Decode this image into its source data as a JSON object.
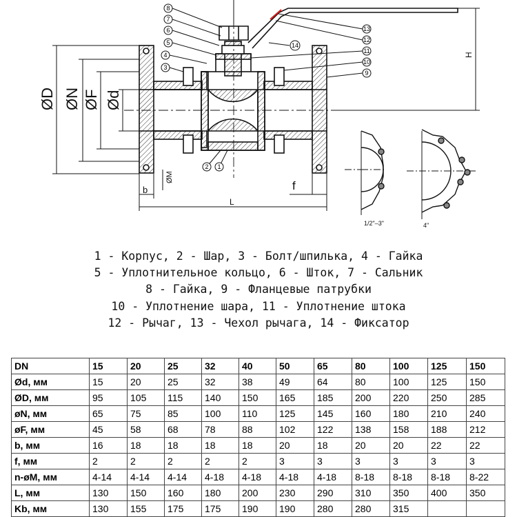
{
  "drawing": {
    "dimension_labels": {
      "D": "ØD",
      "N": "ØN",
      "F": "ØF",
      "d": "Ød",
      "M": "ØM",
      "b": "b",
      "f": "f",
      "L": "L",
      "H": "H"
    },
    "callouts": [
      "1",
      "2",
      "3",
      "4",
      "5",
      "6",
      "7",
      "8",
      "9",
      "10",
      "11",
      "12",
      "13",
      "14"
    ],
    "flange_labels": [
      "1/2\"–3\"",
      "4\""
    ]
  },
  "legend": [
    "1 - Корпус, 2 - Шар, 3 - Болт/шпилька, 4 - Гайка",
    "5 - Уплотнительное кольцо, 6 - Шток, 7 - Сальник",
    "8 - Гайка, 9 - Фланцевые патрубки",
    "10 - Уплотнение шара, 11 - Уплотнение штока",
    "12 - Рычаг, 13 - Чехол рычага, 14 - Фиксатор"
  ],
  "table": {
    "header": [
      "DN",
      "15",
      "20",
      "25",
      "32",
      "40",
      "50",
      "65",
      "80",
      "100",
      "125",
      "150"
    ],
    "rows": [
      [
        "Ød, мм",
        "15",
        "20",
        "25",
        "32",
        "38",
        "49",
        "64",
        "80",
        "100",
        "125",
        "150"
      ],
      [
        "ØD, мм",
        "95",
        "105",
        "115",
        "140",
        "150",
        "165",
        "185",
        "200",
        "220",
        "250",
        "285"
      ],
      [
        "øN, мм",
        "65",
        "75",
        "85",
        "100",
        "110",
        "125",
        "145",
        "160",
        "180",
        "210",
        "240"
      ],
      [
        "øF, мм",
        "45",
        "58",
        "68",
        "78",
        "88",
        "102",
        "122",
        "138",
        "158",
        "188",
        "212"
      ],
      [
        "b, мм",
        "16",
        "18",
        "18",
        "18",
        "18",
        "20",
        "18",
        "20",
        "20",
        "22",
        "22"
      ],
      [
        "f, мм",
        "2",
        "2",
        "2",
        "2",
        "2",
        "3",
        "3",
        "3",
        "3",
        "3",
        "3"
      ],
      [
        "n-øM, мм",
        "4-14",
        "4-14",
        "4-14",
        "4-18",
        "4-18",
        "4-18",
        "4-18",
        "8-18",
        "8-18",
        "8-18",
        "8-22"
      ],
      [
        "L, мм",
        "130",
        "150",
        "160",
        "180",
        "200",
        "230",
        "290",
        "310",
        "350",
        "400",
        "350"
      ],
      [
        "Kb, мм",
        "130",
        "155",
        "175",
        "175",
        "190",
        "190",
        "280",
        "280",
        "315",
        "",
        ""
      ]
    ]
  }
}
